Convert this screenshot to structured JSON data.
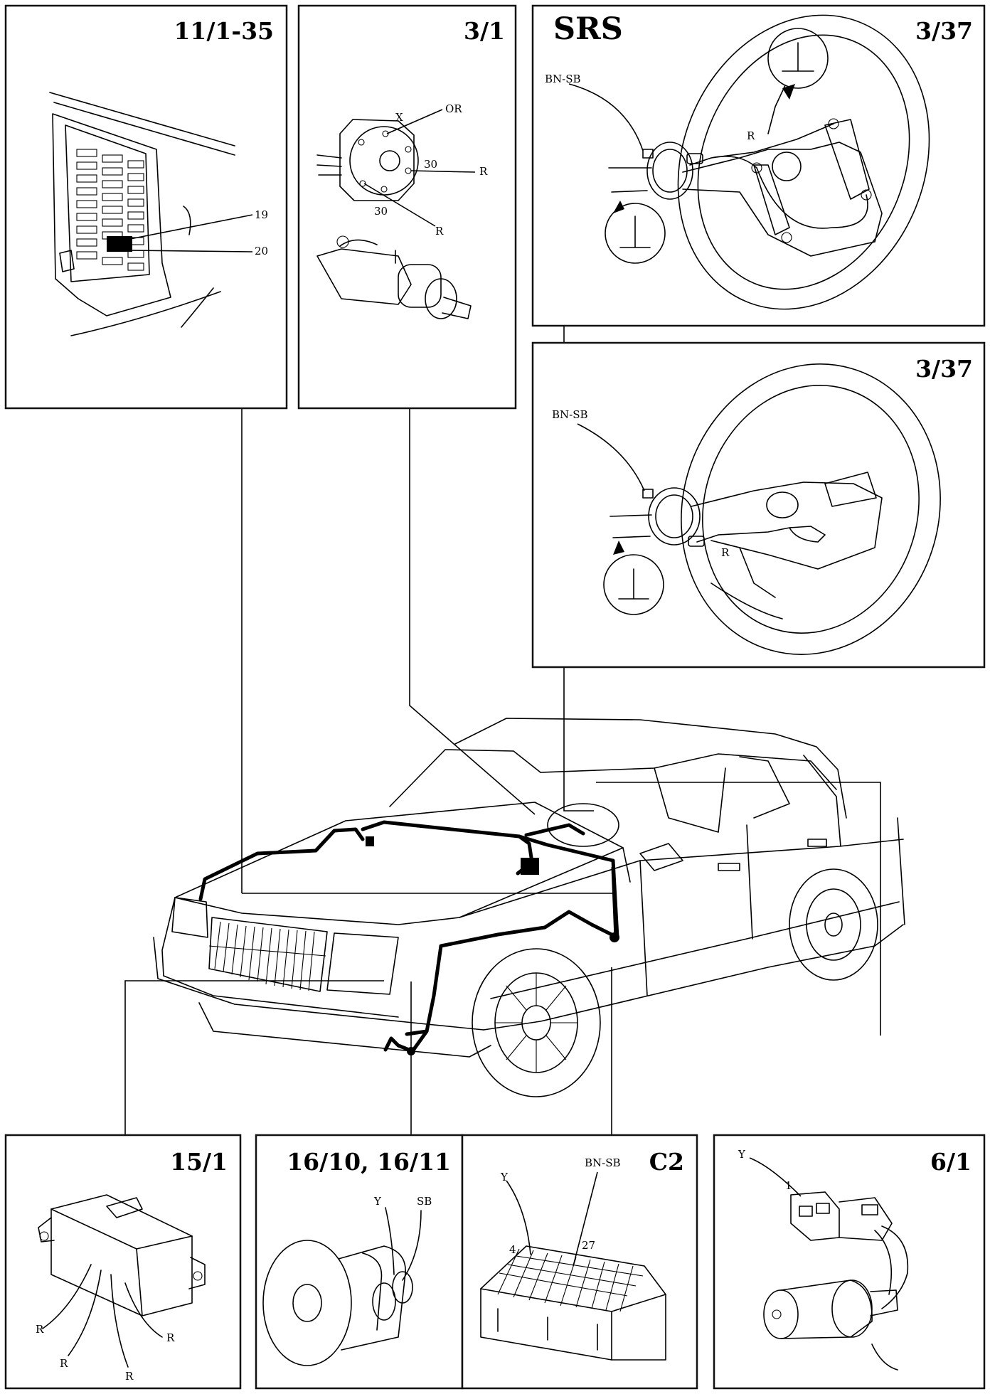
{
  "panels": {
    "fuse_box": {
      "ref": "11/1-35",
      "labels": [
        "19",
        "20"
      ]
    },
    "ignition_switch": {
      "ref": "3/1",
      "labels": [
        "X",
        "OR",
        "30",
        "R",
        "30",
        "R"
      ]
    },
    "srs_wheel": {
      "title": "SRS",
      "ref": "3/37",
      "labels": [
        "BN-SB",
        "R"
      ]
    },
    "wheel_alt": {
      "ref": "3/37",
      "labels": [
        "BN-SB",
        "R"
      ]
    },
    "control_unit": {
      "ref": "15/1",
      "labels": [
        "R",
        "R",
        "R",
        "R"
      ]
    },
    "horn": {
      "ref": "16/10, 16/11",
      "labels": [
        "Y",
        "SB"
      ]
    },
    "connector": {
      "ref": "C2",
      "labels": [
        "Y",
        "BN-SB",
        "4",
        "27"
      ]
    },
    "motor": {
      "ref": "6/1",
      "labels": [
        "Y",
        "1"
      ]
    }
  }
}
